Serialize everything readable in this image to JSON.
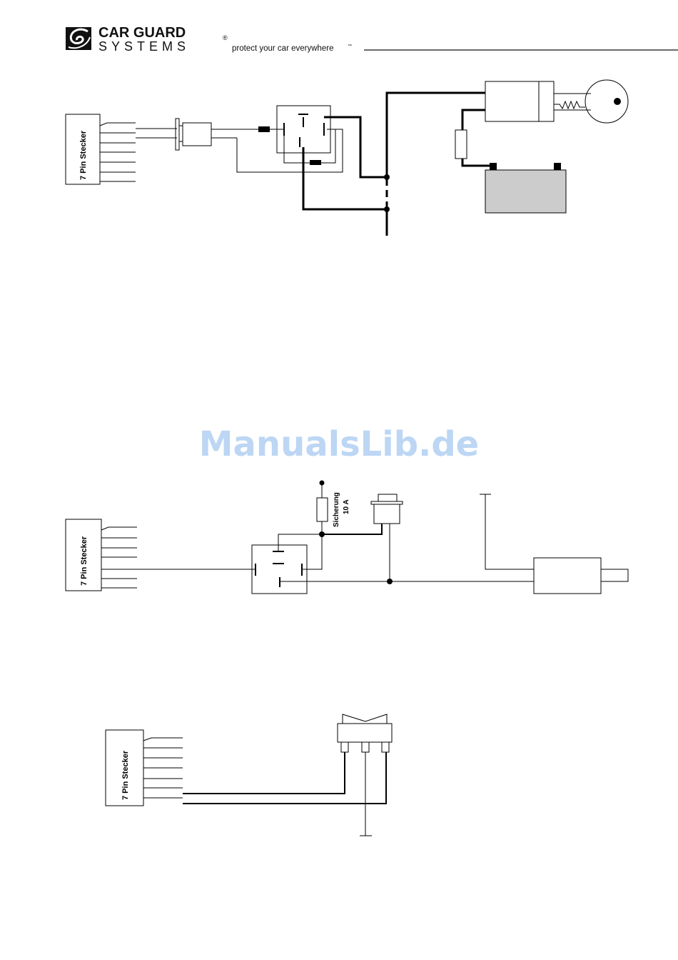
{
  "header": {
    "brand_line1": "CAR GUARD",
    "brand_line2": "SYSTEMS",
    "registered": "®",
    "tagline": "protect your car everywhere",
    "trademark": "™",
    "logo_icon": "swoosh-logo-icon"
  },
  "watermark": "ManualsLib.de",
  "diagram1": {
    "connector_label": "7 Pin Stecker"
  },
  "diagram2": {
    "connector_label": "7 Pin Stecker",
    "fuse_label_1": "Sicherung",
    "fuse_label_2": "10 A"
  },
  "diagram3": {
    "connector_label": "7 Pin Stecker"
  },
  "colors": {
    "wire": "#000000",
    "battery_fill": "#cccccc",
    "watermark": "#bcd6f4"
  }
}
